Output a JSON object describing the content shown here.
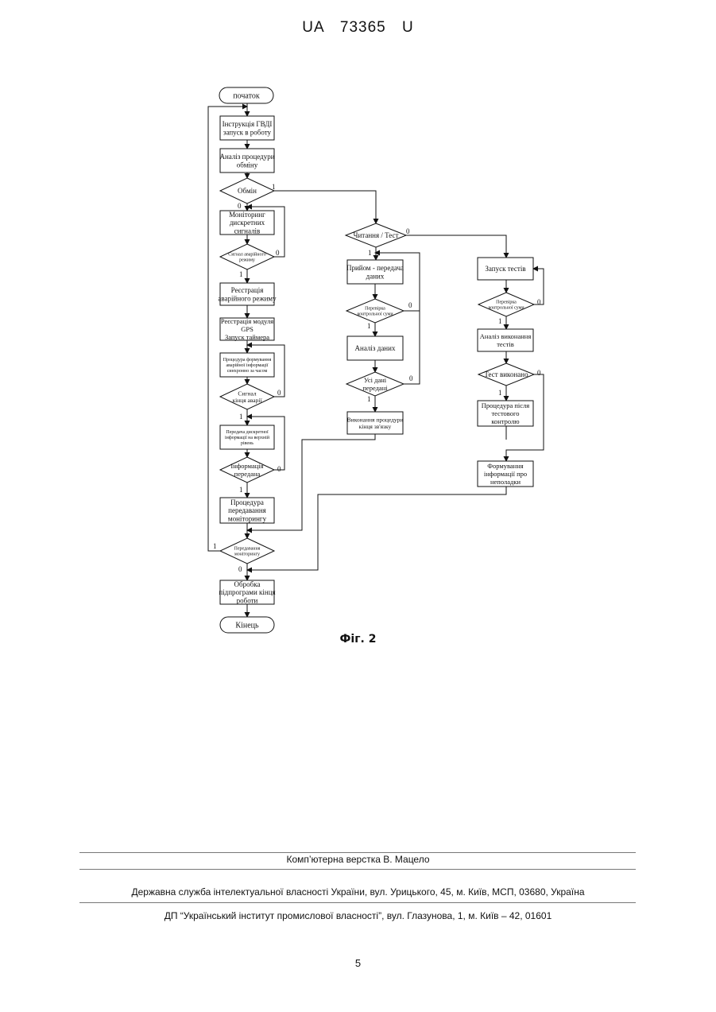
{
  "header": {
    "title": "UA   73365   U"
  },
  "flowchart": {
    "start": "початок",
    "end": "Кінець",
    "instr": [
      "Інструкція ГВДІ",
      "запуск в роботу"
    ],
    "analiz_obminu": [
      "Аналіз процедури",
      "обміну"
    ],
    "obmin": "Обмін",
    "monitoring": [
      "Моніторинг",
      "дискретних",
      "сигналів"
    ],
    "signal_avar": [
      "Сигнал аварійного",
      "режиму"
    ],
    "reg_avar": [
      "Реєстрація",
      "аварійного режиму"
    ],
    "reg_gps": [
      "Реєстрація модуля",
      "GPS",
      "Запуск таймера"
    ],
    "proc_form": [
      "Процедура формування",
      "аварійної інформації",
      "синхронно за часом"
    ],
    "signal_kinets": [
      "Сигнал",
      "кінця аварії"
    ],
    "peredacha_dyskr": [
      "Передача дискретної",
      "інформації на верхній",
      "рівень"
    ],
    "info_peredana": [
      "Інформація",
      "передана"
    ],
    "proc_pered_mon": [
      "Процедура",
      "передавання",
      "моніторингу"
    ],
    "peredavannia_mon": [
      "Передавання",
      "моніторингу"
    ],
    "obrobka": [
      "Обробка",
      "підпрограми кінця",
      "роботи"
    ],
    "chytannia_test": "Читання / Тест",
    "pryiom": [
      "Прийом - передача",
      "даних"
    ],
    "perevirka_ks": [
      "Перевірка",
      "контрольної суми"
    ],
    "analiz_danykh": "Аналіз даних",
    "usi_dani": [
      "Усі дані",
      "передані"
    ],
    "vykonannia_kintsia": [
      "Виконання процедури",
      "кінця зв'язку"
    ],
    "zapusk_testiv": "Запуск тестів",
    "perevirka_ks2": [
      "Перевірка",
      "контрольної суми"
    ],
    "analiz_vyk": [
      "Аналіз виконання",
      "тестів"
    ],
    "test_vykonano": "Тест виконано",
    "proc_pislia": [
      "Процедура після",
      "тестового",
      "контролю"
    ],
    "formuvannia": [
      "Формування",
      "інформації про",
      "неполадки"
    ],
    "labels": {
      "one": "1",
      "zero": "0"
    }
  },
  "figure_caption": "Фіг. 2",
  "footer": {
    "line1": "Комп’ютерна верстка В. Мацело",
    "line2": "Державна служба інтелектуальної власності України, вул. Урицького, 45, м. Київ, МСП, 03680, Україна",
    "line3": "ДП “Український інститут промислової власності”, вул. Глазунова, 1, м. Київ – 42, 01601"
  },
  "page_number": "5"
}
